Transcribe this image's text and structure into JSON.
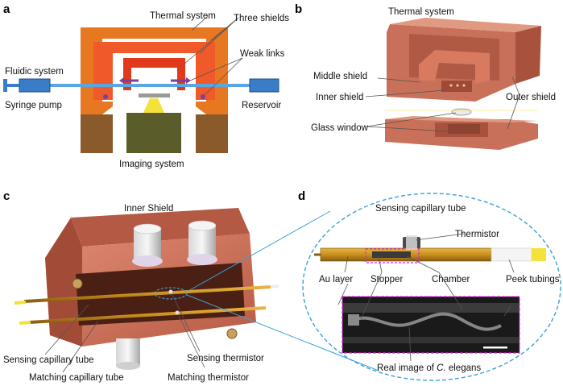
{
  "panels": {
    "a": {
      "letter": "a",
      "thermal_system": "Thermal system",
      "three_shields": "Three shields",
      "fluidic_system": "Fluidic system",
      "weak_links": "Weak links",
      "syringe_pump": "Syringe pump",
      "reservoir": "Reservoir",
      "imaging_system": "Imaging system"
    },
    "b": {
      "letter": "b",
      "thermal_system": "Thermal system",
      "middle_shield": "Middle shield",
      "inner_shield": "Inner shield",
      "outer_shield": "Outer shield",
      "glass_window": "Glass window"
    },
    "c": {
      "letter": "c",
      "inner_shield": "Inner Shield",
      "sensing_capillary_tube": "Sensing capillary tube",
      "matching_capillary_tube": "Matching capillary tube",
      "sensing_thermistor": "Sensing thermistor",
      "matching_thermistor": "Matching thermistor"
    },
    "d": {
      "letter": "d",
      "sensing_capillary_tube": "Sensing capillary tube",
      "thermistor": "Thermistor",
      "au_layer": "Au layer",
      "stopper": "Stopper",
      "chamber": "Chamber",
      "peek_tubings": "Peek tubings",
      "real_image_prefix": "Real image of ",
      "real_image_italic": "C.",
      "real_image_suffix": " elegans"
    }
  },
  "colors": {
    "outer_shield": "#e87722",
    "middle_shield": "#f2542d",
    "inner_shield": "#e03a1a",
    "capillary": "#5aa7e0",
    "pump_blue": "#3a7cc7",
    "weak_link": "#7b3fa0",
    "imaging": "#5a5c2a",
    "support": "#8a5a2a",
    "copper": "#c9705a",
    "gold": "#c8901e",
    "dashed_ellipse": "#3aa0d8",
    "magenta_box": "#e020e0"
  }
}
